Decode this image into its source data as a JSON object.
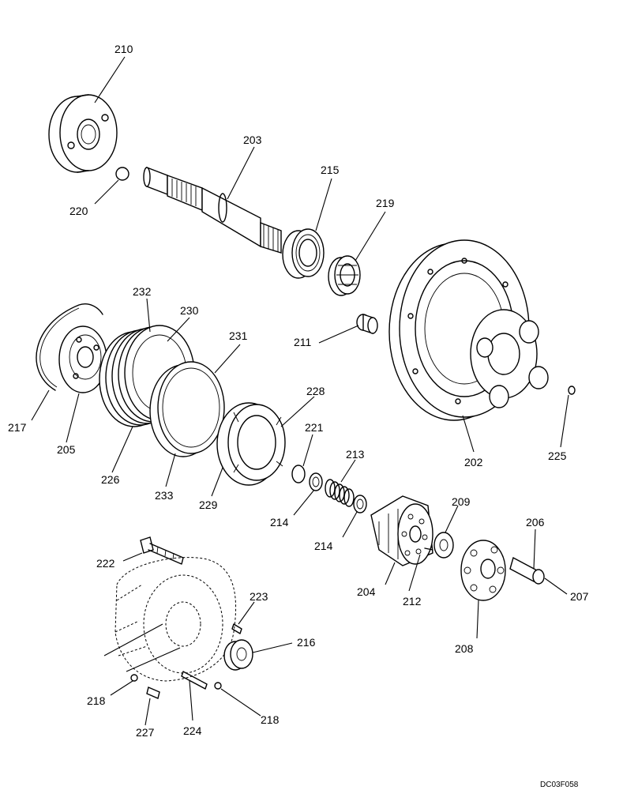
{
  "drawing_id": "DC03F058",
  "callouts": [
    {
      "id": "p210",
      "text": "210"
    },
    {
      "id": "p203",
      "text": "203"
    },
    {
      "id": "p220",
      "text": "220"
    },
    {
      "id": "p215",
      "text": "215"
    },
    {
      "id": "p219",
      "text": "219"
    },
    {
      "id": "p232",
      "text": "232"
    },
    {
      "id": "p230",
      "text": "230"
    },
    {
      "id": "p231",
      "text": "231"
    },
    {
      "id": "p211",
      "text": "211"
    },
    {
      "id": "p228",
      "text": "228"
    },
    {
      "id": "p217",
      "text": "217"
    },
    {
      "id": "p205",
      "text": "205"
    },
    {
      "id": "p226",
      "text": "226"
    },
    {
      "id": "p233",
      "text": "233"
    },
    {
      "id": "p229",
      "text": "229"
    },
    {
      "id": "p221",
      "text": "221"
    },
    {
      "id": "p213",
      "text": "213"
    },
    {
      "id": "p202",
      "text": "202"
    },
    {
      "id": "p225",
      "text": "225"
    },
    {
      "id": "p214a",
      "text": "214"
    },
    {
      "id": "p214b",
      "text": "214"
    },
    {
      "id": "p209",
      "text": "209"
    },
    {
      "id": "p206",
      "text": "206"
    },
    {
      "id": "p222",
      "text": "222"
    },
    {
      "id": "p223",
      "text": "223"
    },
    {
      "id": "p216",
      "text": "216"
    },
    {
      "id": "p204",
      "text": "204"
    },
    {
      "id": "p212",
      "text": "212"
    },
    {
      "id": "p207",
      "text": "207"
    },
    {
      "id": "p208",
      "text": "208"
    },
    {
      "id": "p218a",
      "text": "218"
    },
    {
      "id": "p218b",
      "text": "218"
    },
    {
      "id": "p227",
      "text": "227"
    },
    {
      "id": "p224",
      "text": "224"
    }
  ]
}
